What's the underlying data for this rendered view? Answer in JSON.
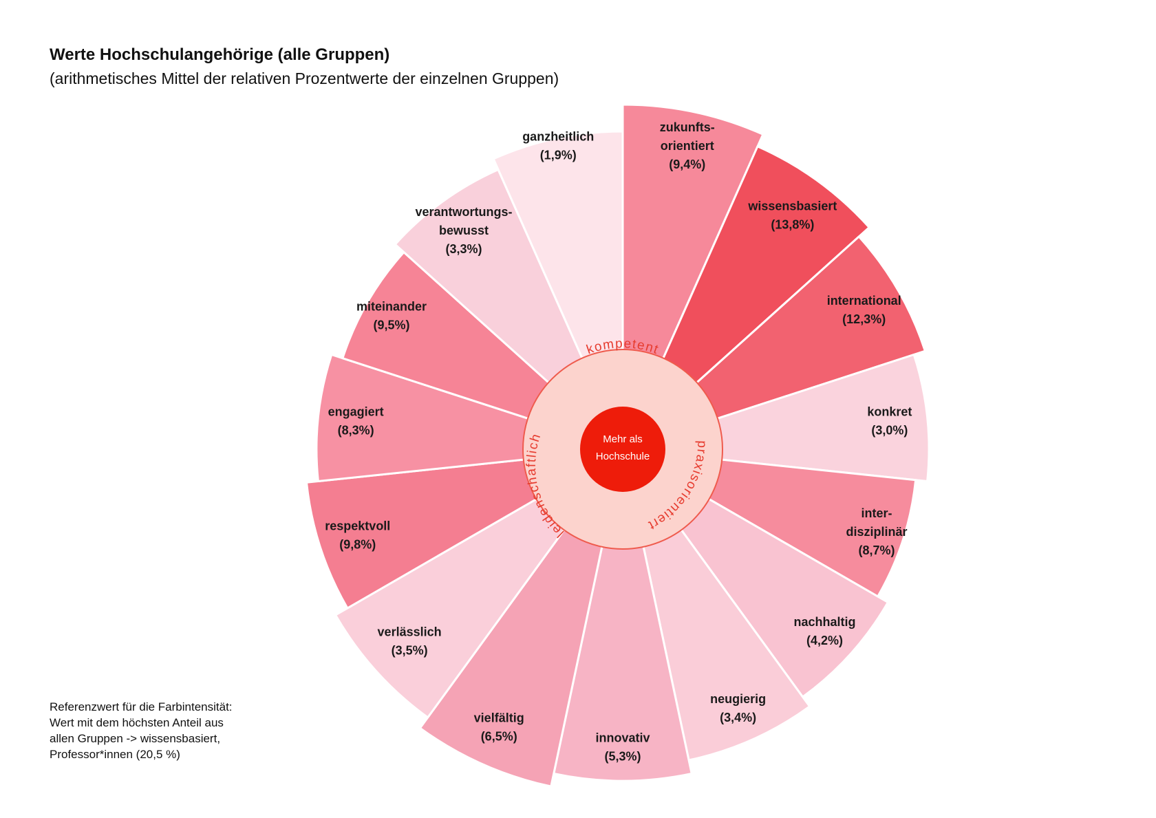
{
  "title": "Werte Hochschulangehörige (alle Gruppen)",
  "subtitle": "(arithmetisches Mittel der relativen Prozentwerte der einzelnen Gruppen)",
  "reference_note": [
    "Referenzwert für die Farbintensität:",
    "Wert mit dem höchsten Anteil aus",
    "allen Gruppen -> wissensbasiert,",
    "Professor*innen (20,5 %)"
  ],
  "chart_data": {
    "type": "pie",
    "title": "Werte Hochschulangehörige (alle Gruppen)",
    "subtitle": "(arithmetisches Mittel der relativen Prozentwerte der einzelnen Gruppen)",
    "reference_max_percent": 20.5,
    "center_label": [
      "Mehr als",
      "Hochschule"
    ],
    "inner_ring_labels": [
      "kompetent",
      "praxisorientiert",
      "leidenschaftlich"
    ],
    "segments": [
      {
        "label": "zukunfts-\norientiert",
        "value": 9.4,
        "value_text": "(9,4%)",
        "color": "#f6899a"
      },
      {
        "label": "wissensbasiert",
        "value": 13.8,
        "value_text": "(13,8%)",
        "color": "#f04f5c"
      },
      {
        "label": "international",
        "value": 12.3,
        "value_text": "(12,3%)",
        "color": "#f26270"
      },
      {
        "label": "konkret",
        "value": 3.0,
        "value_text": "(3,0%)",
        "color": "#fad3dd"
      },
      {
        "label": "inter-\ndisziplinär",
        "value": 8.7,
        "value_text": "(8,7%)",
        "color": "#f68c9d"
      },
      {
        "label": "nachhaltig",
        "value": 4.2,
        "value_text": "(4,2%)",
        "color": "#f9c3d1"
      },
      {
        "label": "neugierig",
        "value": 3.4,
        "value_text": "(3,4%)",
        "color": "#facdd8"
      },
      {
        "label": "innovativ",
        "value": 5.3,
        "value_text": "(5,3%)",
        "color": "#f7b4c5"
      },
      {
        "label": "vielfältig",
        "value": 6.5,
        "value_text": "(6,5%)",
        "color": "#f5a3b5"
      },
      {
        "label": "verlässlich",
        "value": 3.5,
        "value_text": "(3,5%)",
        "color": "#facfda"
      },
      {
        "label": "respektvoll",
        "value": 9.8,
        "value_text": "(9,8%)",
        "color": "#f47e91"
      },
      {
        "label": "engagiert",
        "value": 8.3,
        "value_text": "(8,3%)",
        "color": "#f791a3"
      },
      {
        "label": "miteinander",
        "value": 9.5,
        "value_text": "(9,5%)",
        "color": "#f68496"
      },
      {
        "label": "verantwortungs-\nbewusst",
        "value": 3.3,
        "value_text": "(3,3%)",
        "color": "#f9d0db"
      },
      {
        "label": "ganzheitlich",
        "value": 1.9,
        "value_text": "(1,9%)",
        "color": "#fde4ea"
      }
    ]
  },
  "colors": {
    "center": "#ee1c0a",
    "inner_ring": "#fcd3cd",
    "inner_ring_stroke": "#ef5b4d",
    "ring_text": "#e63b2e",
    "separator": "#ffffff"
  }
}
